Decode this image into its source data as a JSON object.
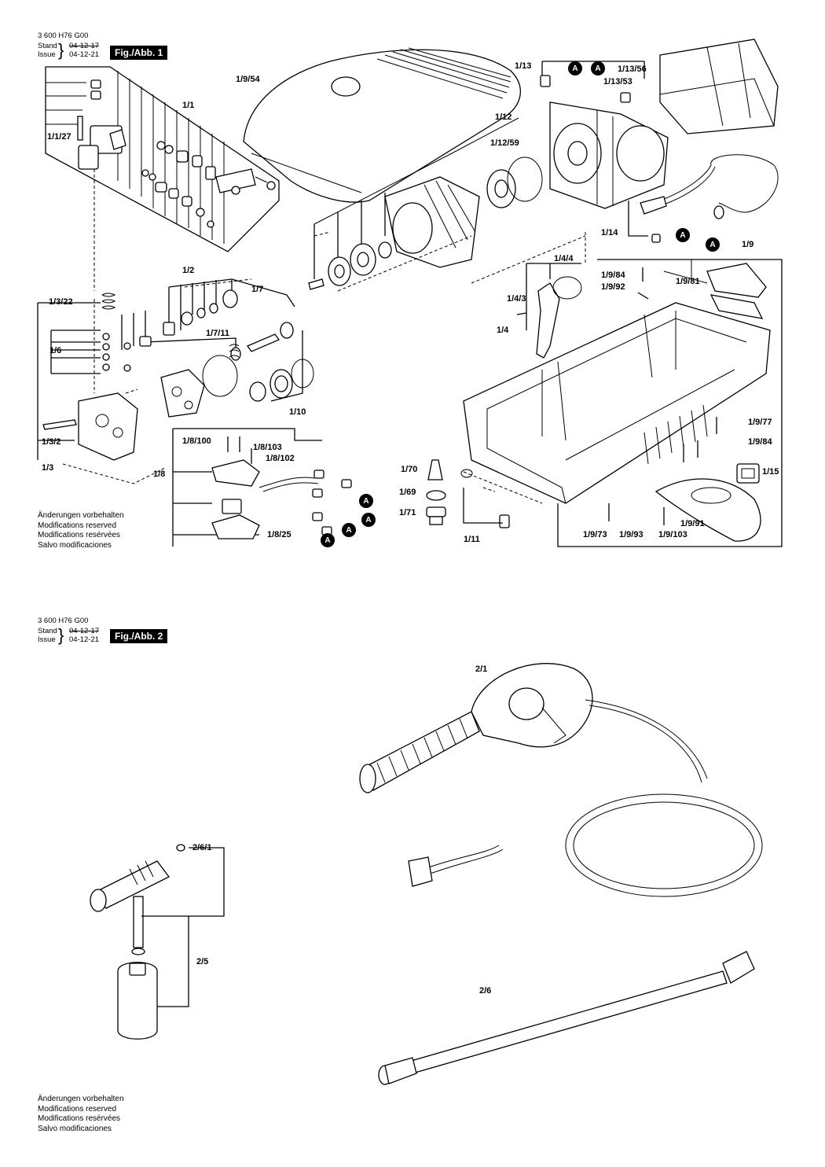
{
  "header1": {
    "doc_number": "3 600 H76 G00",
    "stand_label": "Stand",
    "issue_label": "Issue",
    "stand_date": "04-12-17",
    "issue_date": "04-12-21",
    "fig_tag": "Fig./Abb. 1"
  },
  "header2": {
    "doc_number": "3 600 H76 G00",
    "stand_label": "Stand",
    "issue_label": "Issue",
    "stand_date": "04-12-17",
    "issue_date": "04-12-21",
    "fig_tag": "Fig./Abb. 2"
  },
  "notes1": [
    "Änderungen vorbehalten",
    "Modifications reserved",
    "Modifications resérvées",
    "Salvo modificaciones"
  ],
  "notes2": [
    "Änderungen vorbehalten",
    "Modifications reserved",
    "Modifications resérvées",
    "Salvo modificaciones"
  ],
  "marker_letter": "A",
  "fig1_labels": {
    "l_1_9_54": "1/9/54",
    "l_1_1": "1/1",
    "l_1_1_27": "1/1/27",
    "l_1_13": "1/13",
    "l_1_13_56": "1/13/56",
    "l_1_13_53": "1/13/53",
    "l_1_12": "1/12",
    "l_1_12_59": "1/12/59",
    "l_1_14": "1/14",
    "l_1_9": "1/9",
    "l_1_4_4": "1/4/4",
    "l_1_9_84a": "1/9/84",
    "l_1_9_92": "1/9/92",
    "l_1_9_81": "1/9/81",
    "l_1_4_3": "1/4/3",
    "l_1_4": "1/4",
    "l_1_2": "1/2",
    "l_1_3_22": "1/3/22",
    "l_1_7": "1/7",
    "l_1_7_11": "1/7/11",
    "l_1_6": "1/6",
    "l_1_10": "1/10",
    "l_1_3_2": "1/3/2",
    "l_1_3": "1/3",
    "l_1_8_100": "1/8/100",
    "l_1_8_103": "1/8/103",
    "l_1_8_102": "1/8/102",
    "l_1_8": "1/8",
    "l_1_8_25": "1/8/25",
    "l_1_70": "1/70",
    "l_1_69": "1/69",
    "l_1_71": "1/71",
    "l_1_11": "1/11",
    "l_1_9_77": "1/9/77",
    "l_1_9_84b": "1/9/84",
    "l_1_15": "1/15",
    "l_1_9_91": "1/9/91",
    "l_1_9_73": "1/9/73",
    "l_1_9_93": "1/9/93",
    "l_1_9_103": "1/9/103"
  },
  "fig2_labels": {
    "l_2_1": "2/1",
    "l_2_6_1": "2/6/1",
    "l_2_5": "2/5",
    "l_2_6": "2/6"
  }
}
